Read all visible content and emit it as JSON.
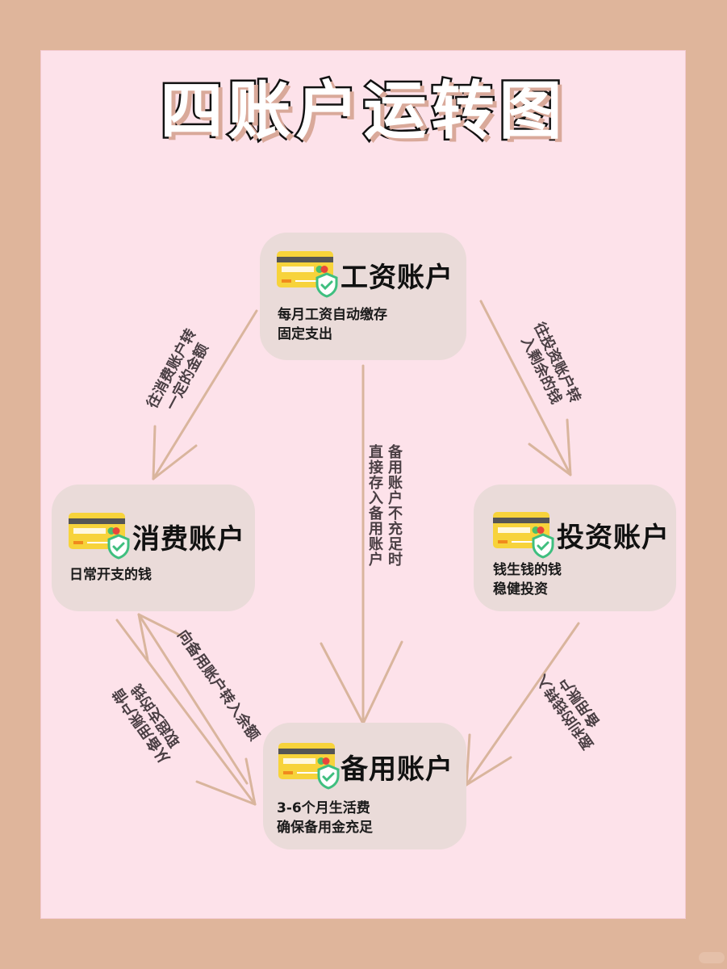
{
  "title": "四账户运转图",
  "colors": {
    "frame": "#dfb59b",
    "panel": "#fde2ea",
    "card": "#eadbd9",
    "arrow": "#d9b59d",
    "card_icon_yellow": "#f7d33b",
    "shield_green": "#3fbf7f"
  },
  "accounts": {
    "salary": {
      "name": "工资账户",
      "desc": [
        "每月工资自动缴存",
        "固定支出"
      ],
      "icon": "credit-card-shield-icon"
    },
    "spending": {
      "name": "消费账户",
      "desc": [
        "日常开支的钱"
      ],
      "icon": "credit-card-shield-icon"
    },
    "investment": {
      "name": "投资账户",
      "desc": [
        "钱生钱的钱",
        "稳健投资"
      ],
      "icon": "credit-card-shield-icon"
    },
    "reserve": {
      "name": "备用账户",
      "desc": [
        "3-6个月生活费",
        "确保备用金充足"
      ],
      "icon": "credit-card-shield-icon"
    }
  },
  "flows": {
    "salary_to_spending": {
      "lines": [
        "往消费账户转",
        "一定的金额"
      ]
    },
    "salary_to_investment": {
      "lines": [
        "往投资账户转",
        "入剩余的钱"
      ]
    },
    "salary_to_reserve": {
      "lines": [
        "备用账户不充足时",
        "直接存入备用账户"
      ]
    },
    "spending_to_reserve": {
      "lines": [
        "向备用账户转入余额"
      ]
    },
    "reserve_to_spending": {
      "lines": [
        "从备用账户借",
        "取超支的钱"
      ]
    },
    "investment_to_reserve": {
      "lines": [
        "盈利的钱转入",
        "备用账户"
      ]
    }
  }
}
